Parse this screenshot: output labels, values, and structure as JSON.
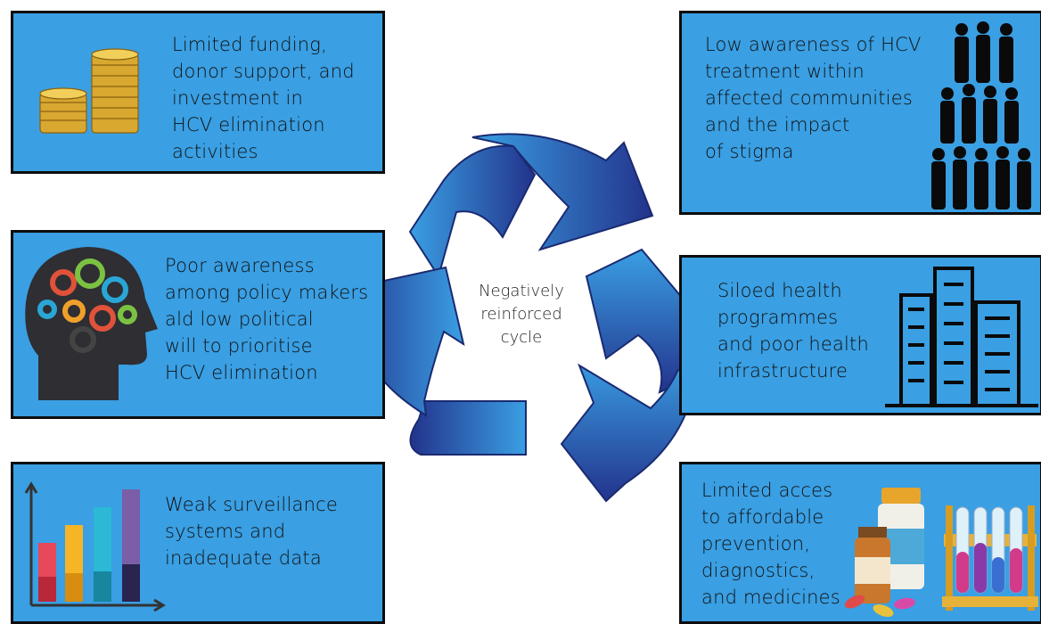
{
  "center_label": [
    "Negatively",
    "reinforced",
    "cycle"
  ],
  "boxes": {
    "funding": {
      "text": "Limited funding,\ndonor support, and\ninvestment in\nHCV elimination\nactivities",
      "icon": "gold-coins-icon"
    },
    "awareness": {
      "text": "Low awareness of HCV\ntreatment within\naffected communities\nand the impact\nof stigma",
      "icon": "people-silhouettes-icon"
    },
    "policy": {
      "text": "Poor awareness\namong policy makers\nald low political\nwill to prioritise\nHCV elimination",
      "icon": "head-gears-icon"
    },
    "siloed": {
      "text": "Siloed health\nprogrammes\nand poor health\ninfrastructure",
      "icon": "buildings-icon"
    },
    "surveillance": {
      "text": "Weak surveillance\nsystems and\ninadequate data",
      "icon": "bar-chart-icon"
    },
    "access": {
      "text": "Limited acces\nto affordable\nprevention,\ndiagnostics,\nand medicines",
      "icon": "medicine-bottles-icon"
    }
  },
  "colors": {
    "box_fill": "#3a9fe3",
    "box_border": "#0d0d0d",
    "arrow_dark": "#25358f",
    "arrow_light": "#3a9fe3"
  }
}
